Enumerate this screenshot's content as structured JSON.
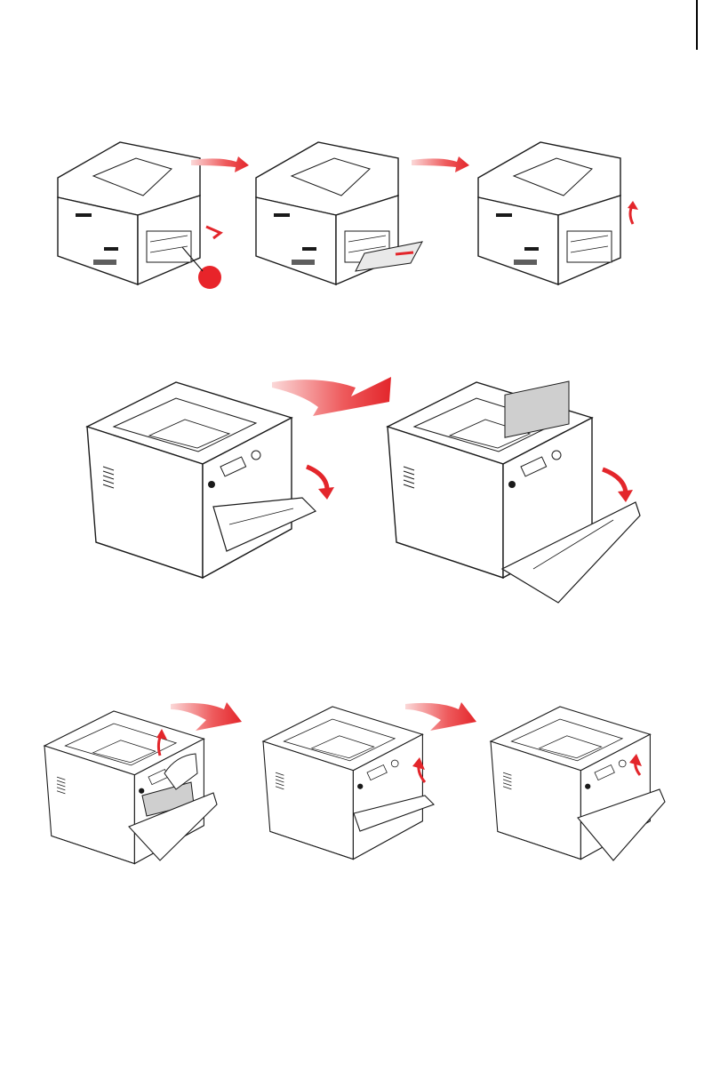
{
  "document": {
    "title": "",
    "steps": [
      {
        "id": "rear-jam",
        "panels": [
          "rear-open-fuser-door",
          "rear-pull-paper",
          "rear-close-door"
        ]
      },
      {
        "id": "front-open",
        "panels": [
          "front-open-mp-tray",
          "front-open-front-cover"
        ]
      },
      {
        "id": "front-clear",
        "panels": [
          "front-remove-paper",
          "front-close-cover",
          "front-close-tray"
        ]
      }
    ],
    "callout": {
      "color": "#e8242a",
      "shape": "circle",
      "label": ""
    }
  },
  "colors": {
    "accent_red": "#e3262b",
    "line": "#1a1a1a",
    "paper_gray": "#cfcfcf"
  }
}
